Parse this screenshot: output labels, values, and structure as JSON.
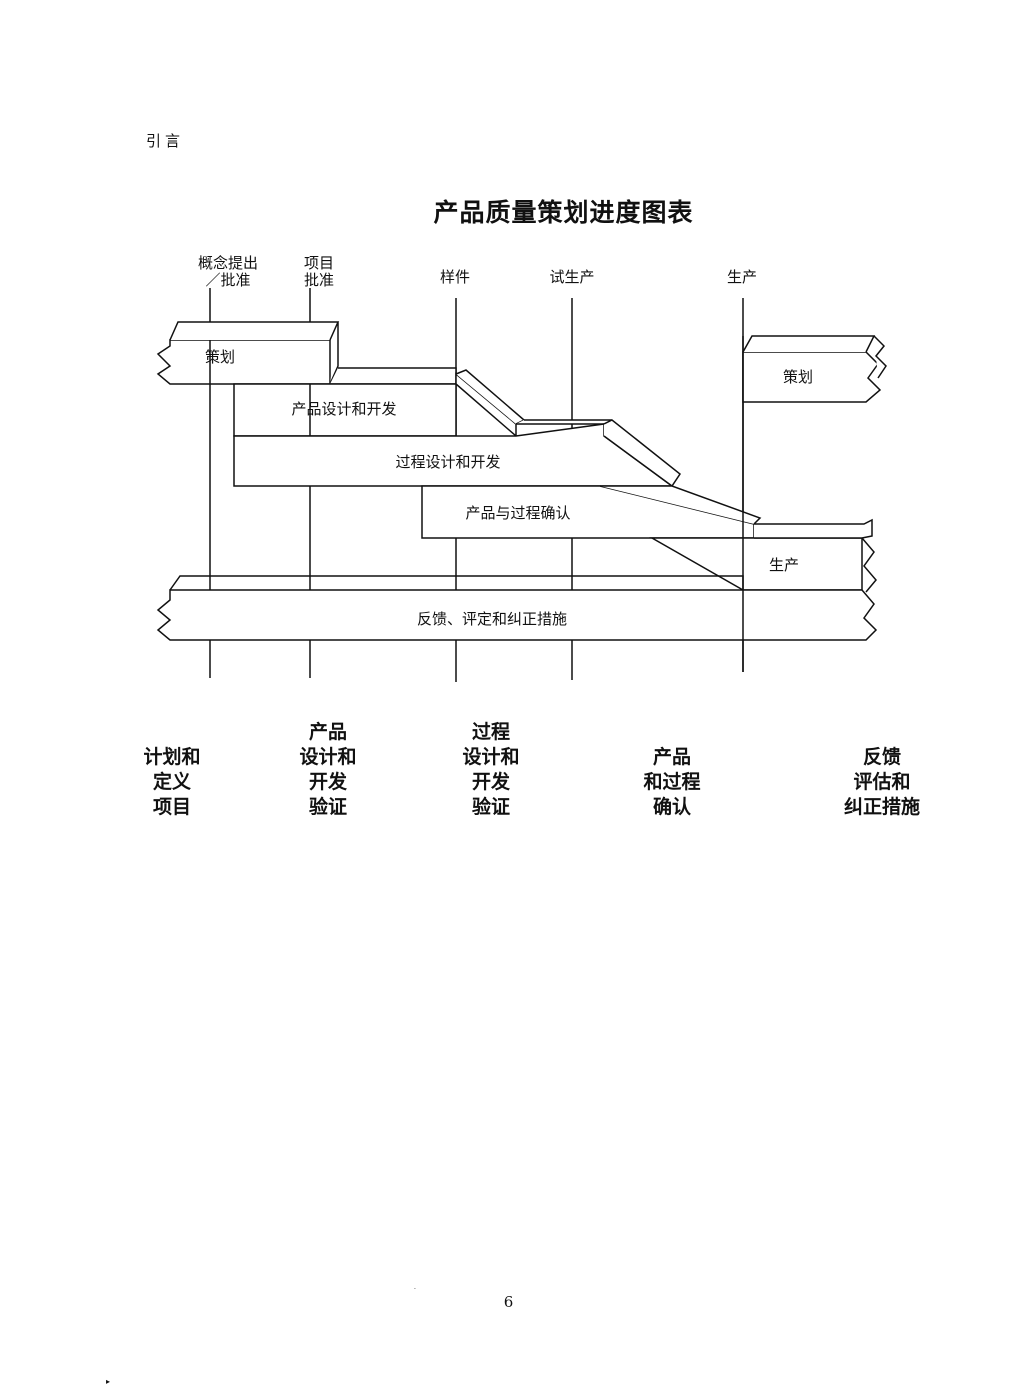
{
  "header": {
    "section": "引言"
  },
  "title": "产品质量策划进度图表",
  "milestones": {
    "concept": [
      "概念提出",
      "／批准"
    ],
    "project": [
      "项目",
      "批准"
    ],
    "prototype": "样件",
    "pilot": "试生产",
    "production": "生产"
  },
  "phases": {
    "planning": "策划",
    "product_design": "产品设计和开发",
    "process_design": "过程设计和开发",
    "validation": "产品与过程确认",
    "production": "生产",
    "feedback": "反馈、评定和纠正措施",
    "planning_repeat": "策划"
  },
  "columns": [
    {
      "lines": [
        "",
        "计划和",
        "定义",
        "项目"
      ]
    },
    {
      "lines": [
        "产品",
        "设计和",
        "开发",
        "验证"
      ]
    },
    {
      "lines": [
        "过程",
        "设计和",
        "开发",
        "验证"
      ]
    },
    {
      "lines": [
        "",
        "产品",
        "和过程",
        "确认"
      ]
    },
    {
      "lines": [
        "",
        "反馈",
        "评估和",
        "纠正措施"
      ]
    }
  ],
  "page_number": "6"
}
